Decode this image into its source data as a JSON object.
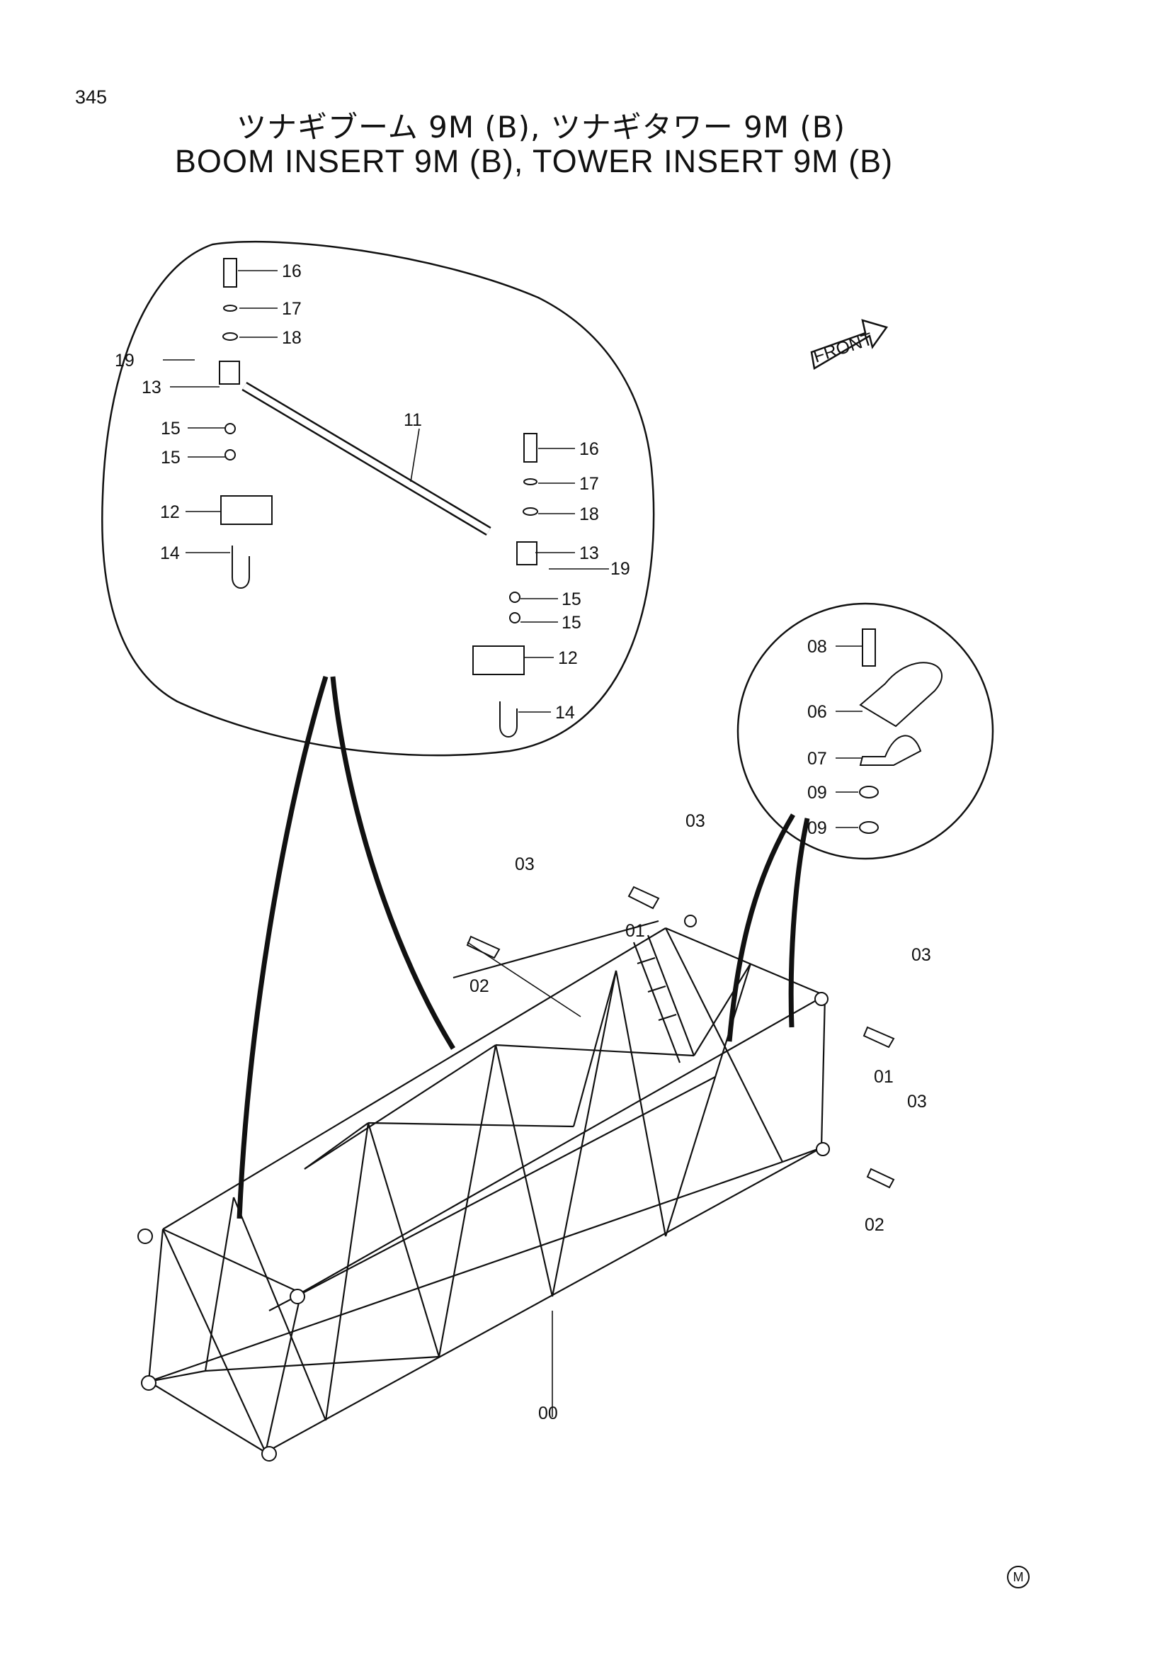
{
  "page_number": "345",
  "title_jp": "ツナギブーム 9M (B), ツナギタワー 9M (B)",
  "title_en": "BOOM INSERT 9M (B), TOWER INSERT 9M (B)",
  "front_label": "FRONT",
  "corner_mark": "M",
  "labels": {
    "p16a": "16",
    "p17a": "17",
    "p18a": "18",
    "p19a": "19",
    "p13a": "13",
    "p15a": "15",
    "p15b": "15",
    "p12a": "12",
    "p14a": "14",
    "p11": "11",
    "p16b": "16",
    "p17b": "17",
    "p18b": "18",
    "p13b": "13",
    "p19b": "19",
    "p15c": "15",
    "p15d": "15",
    "p12b": "12",
    "p14b": "14",
    "p08": "08",
    "p06": "06",
    "p07": "07",
    "p09a": "09",
    "p09b": "09",
    "p03a": "03",
    "p03b": "03",
    "p03c": "03",
    "p03d": "03",
    "p01a": "01",
    "p01b": "01",
    "p02a": "02",
    "p02b": "02",
    "p00": "00"
  }
}
